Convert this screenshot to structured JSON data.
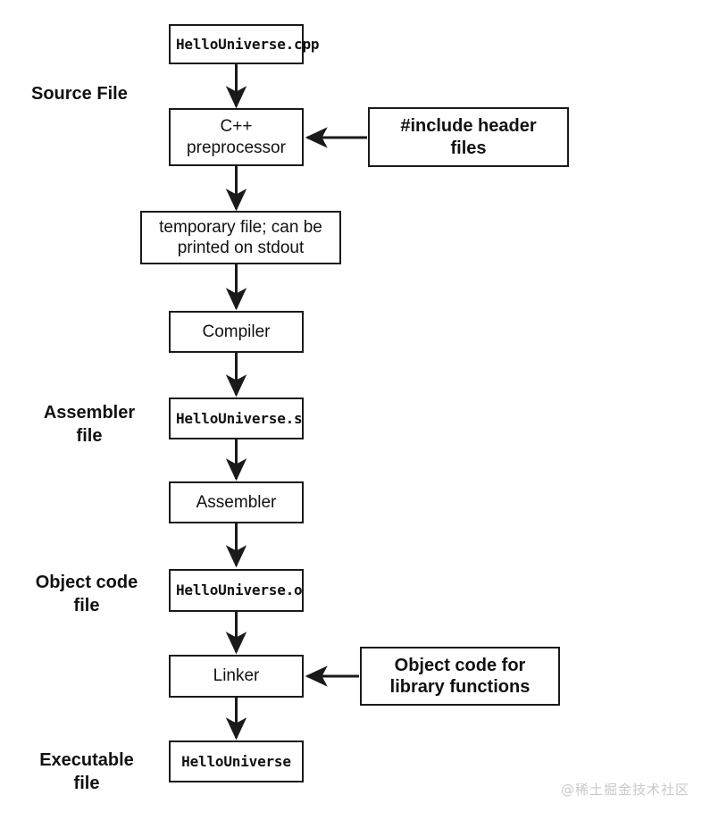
{
  "diagram": {
    "title": "C++ compilation pipeline",
    "watermark": "@稀土掘金技术社区",
    "stroke_color": "#1a1a1a",
    "text_color": "#111111",
    "background_color": "#ffffff",
    "watermark_color": "#c9c9c9",
    "stage_labels": [
      {
        "id": "source-file",
        "text": "Source File"
      },
      {
        "id": "assembler-file",
        "text": "Assembler\nfile"
      },
      {
        "id": "object-code-file",
        "text": "Object code\nfile"
      },
      {
        "id": "executable-file",
        "text": "Executable\nfile"
      }
    ],
    "nodes": [
      {
        "id": "hellouniverse-cpp",
        "text": "HelloUniverse.cpp",
        "style": "mono"
      },
      {
        "id": "cpp-preprocessor",
        "text": "C++\npreprocessor",
        "style": "sans"
      },
      {
        "id": "include-header-files",
        "text": "#include header\nfiles",
        "style": "sans-bold"
      },
      {
        "id": "temporary-file",
        "text": "temporary file; can be\nprinted on stdout",
        "style": "sans"
      },
      {
        "id": "compiler",
        "text": "Compiler",
        "style": "sans"
      },
      {
        "id": "hellouniverse-s",
        "text": "HelloUniverse.s",
        "style": "mono"
      },
      {
        "id": "assembler",
        "text": "Assembler",
        "style": "sans"
      },
      {
        "id": "hellouniverse-o",
        "text": "HelloUniverse.o",
        "style": "mono"
      },
      {
        "id": "linker",
        "text": "Linker",
        "style": "sans"
      },
      {
        "id": "object-code-library",
        "text": "Object code for\nlibrary functions",
        "style": "sans-bold"
      },
      {
        "id": "hellouniverse-exe",
        "text": "HelloUniverse",
        "style": "mono"
      }
    ],
    "edges": [
      {
        "from": "hellouniverse-cpp",
        "to": "cpp-preprocessor",
        "direction": "down"
      },
      {
        "from": "include-header-files",
        "to": "cpp-preprocessor",
        "direction": "left"
      },
      {
        "from": "cpp-preprocessor",
        "to": "temporary-file",
        "direction": "down"
      },
      {
        "from": "temporary-file",
        "to": "compiler",
        "direction": "down"
      },
      {
        "from": "compiler",
        "to": "hellouniverse-s",
        "direction": "down"
      },
      {
        "from": "hellouniverse-s",
        "to": "assembler",
        "direction": "down"
      },
      {
        "from": "assembler",
        "to": "hellouniverse-o",
        "direction": "down"
      },
      {
        "from": "hellouniverse-o",
        "to": "linker",
        "direction": "down"
      },
      {
        "from": "object-code-library",
        "to": "linker",
        "direction": "left"
      },
      {
        "from": "linker",
        "to": "hellouniverse-exe",
        "direction": "down"
      }
    ]
  }
}
